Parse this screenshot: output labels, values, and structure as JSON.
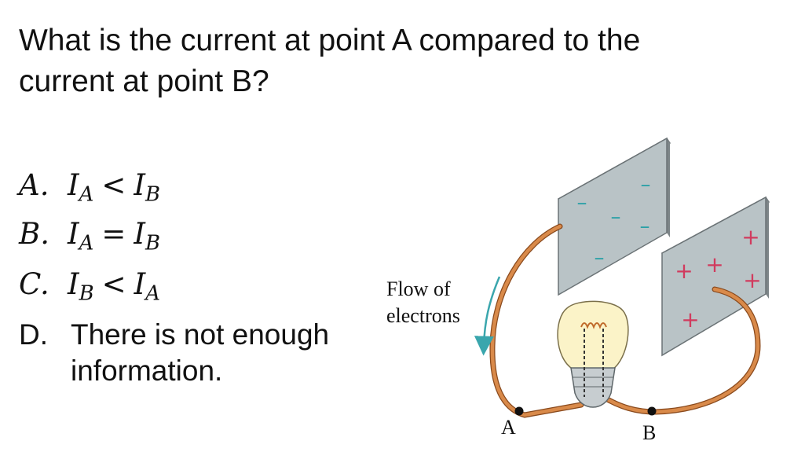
{
  "question": "What is the current at point A compared to the current at point B?",
  "options": [
    {
      "letter": "A.",
      "lhs": "I",
      "lhs_sub": "A",
      "op": "<",
      "rhs": "I",
      "rhs_sub": "B"
    },
    {
      "letter": "B.",
      "lhs": "I",
      "lhs_sub": "A",
      "op": "=",
      "rhs": "I",
      "rhs_sub": "B"
    },
    {
      "letter": "C.",
      "lhs": "I",
      "lhs_sub": "B",
      "op": "<",
      "rhs": "I",
      "rhs_sub": "A"
    },
    {
      "letter": "D.",
      "text": "There is not enough information."
    }
  ],
  "diagram": {
    "flow_label": "Flow of electrons",
    "point_a": "A",
    "point_b": "B",
    "negative_sign": "–",
    "positive_sign": "+",
    "colors": {
      "wire": "#d98a4a",
      "wire_dark": "#8a4a1d",
      "plate_face": "#b9c3c6",
      "plate_edge": "#6b7376",
      "negative_charge": "#2aa0a6",
      "positive_charge": "#d13b5e",
      "arrow": "#3aa6ad",
      "bulb_glass": "#fbf3c8",
      "filament": "#c06a2a"
    }
  }
}
